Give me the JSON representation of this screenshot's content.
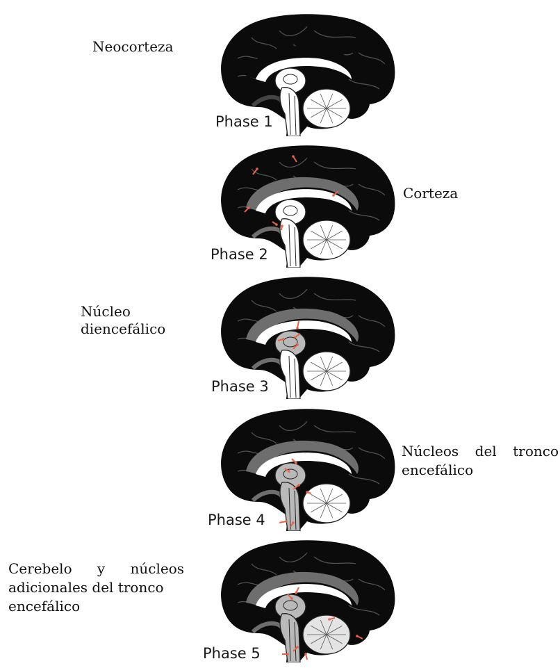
{
  "phases": [
    {
      "label": "Phase 1",
      "region": "Neocorteza"
    },
    {
      "label": "Phase 2",
      "region": "Corteza"
    },
    {
      "label": "Phase 3",
      "region_lines": [
        "Núcleo",
        "diencefálico"
      ]
    },
    {
      "label": "Phase 4",
      "region_lines": [
        "Núcleos del tronco",
        "encefálico"
      ]
    },
    {
      "label": "Phase 5",
      "region_lines": [
        "Cerebelo y núcleos",
        "adicionales del tronco",
        "encefálico"
      ]
    }
  ],
  "colors": {
    "cortex": "#0b0b0b",
    "white_matter": "#ffffff",
    "affected_cortex": "#6e6e6e",
    "affected_nucleus": "#b9b9b9",
    "arrow": "#e8624a"
  }
}
